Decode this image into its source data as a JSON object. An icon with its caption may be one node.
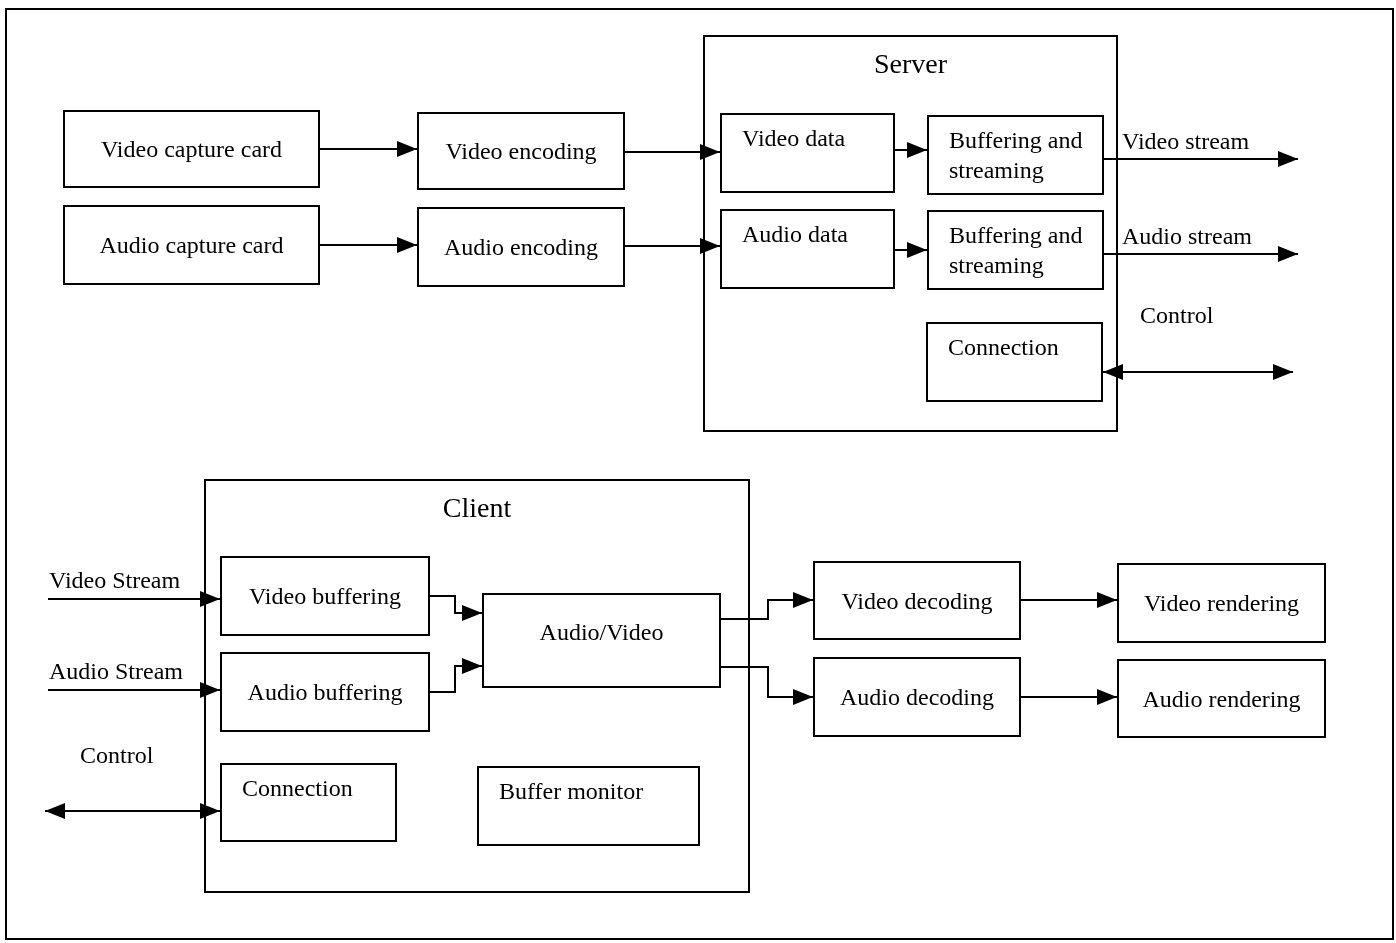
{
  "diagram": {
    "nodes": [
      {
        "text": [
          "Video capture card"
        ]
      },
      {
        "text": [
          "Video encoding"
        ]
      },
      {
        "text": [
          "Audio capture card"
        ]
      },
      {
        "text": [
          "Audio encoding"
        ]
      },
      {
        "text": [
          "Server"
        ]
      },
      {
        "text": [
          "Video data"
        ],
        "in": 4
      },
      {
        "text": [
          "Buffering and streaming"
        ],
        "in": 4
      },
      {
        "text": [
          "Audio data"
        ],
        "in": 4
      },
      {
        "text": [
          "Buffering and streaming"
        ],
        "in": 4
      },
      {
        "text": [
          "Connection"
        ],
        "in": 4
      },
      {
        "text": [
          "Client"
        ]
      },
      {
        "text": [
          "Video buffering"
        ],
        "in": 10
      },
      {
        "text": [
          "Audio buffering"
        ],
        "in": 10
      },
      {
        "text": [
          "Audio/Video"
        ],
        "in": 10
      },
      {
        "text": [
          "Connection"
        ],
        "in": 10
      },
      {
        "text": [
          "Buffer monitor"
        ],
        "in": 10
      },
      {
        "text": [
          "Video decoding"
        ]
      },
      {
        "text": [
          "Audio decoding"
        ]
      },
      {
        "text": [
          "Video rendering"
        ]
      },
      {
        "text": [
          "Audio rendering"
        ]
      }
    ],
    "edges": [
      {
        "from": 0,
        "to": 1,
        "arrow": "to"
      },
      {
        "from": 1,
        "to": 5,
        "arrow": "to"
      },
      {
        "from": 2,
        "to": 3,
        "arrow": "to"
      },
      {
        "from": 3,
        "to": 7,
        "arrow": "to"
      },
      {
        "from": 5,
        "to": 6,
        "arrow": "to"
      },
      {
        "from": 7,
        "to": 8,
        "arrow": "to"
      },
      {
        "from": 6,
        "to": null,
        "arrow": "to",
        "label": "Video stream"
      },
      {
        "from": 8,
        "to": null,
        "arrow": "to",
        "label": "Audio stream"
      },
      {
        "from": 9,
        "to": null,
        "arrow": "both",
        "label": "Control"
      },
      {
        "from": null,
        "to": 11,
        "arrow": "to",
        "label": "Video Stream"
      },
      {
        "from": null,
        "to": 12,
        "arrow": "to",
        "label": "Audio Stream"
      },
      {
        "from": null,
        "to": 14,
        "arrow": "both",
        "label": "Control"
      },
      {
        "from": 11,
        "to": 13,
        "arrow": "to"
      },
      {
        "from": 12,
        "to": 13,
        "arrow": "to"
      },
      {
        "from": 13,
        "to": 16,
        "arrow": "to"
      },
      {
        "from": 13,
        "to": 17,
        "arrow": "to"
      },
      {
        "from": 16,
        "to": 18,
        "arrow": "to"
      },
      {
        "from": 17,
        "to": 19,
        "arrow": "to"
      }
    ]
  }
}
